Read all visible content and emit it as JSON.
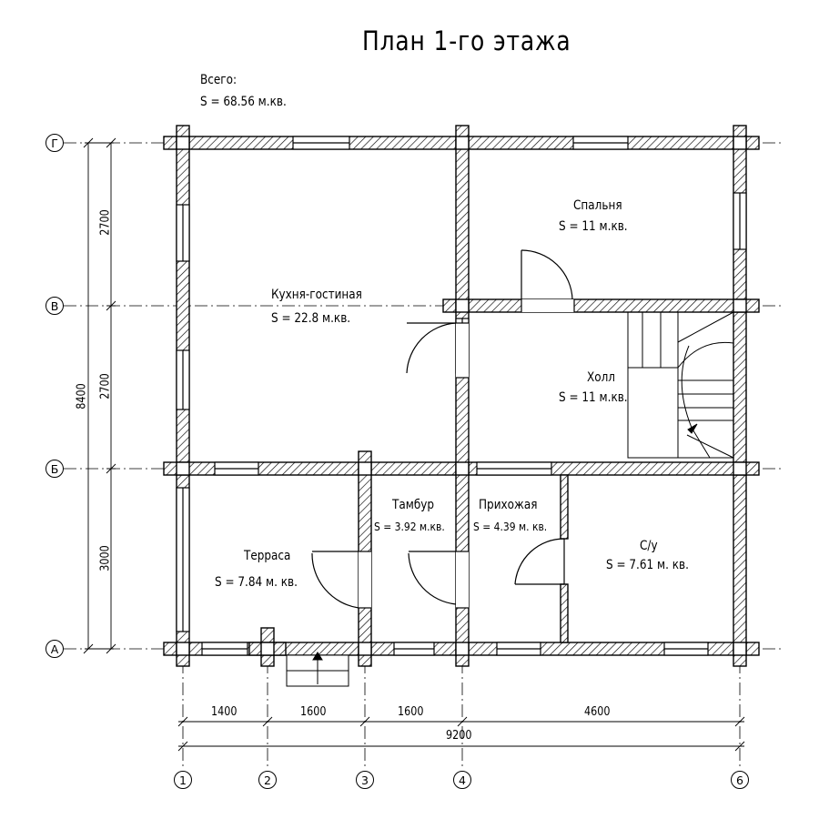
{
  "title": "План 1-го этажа",
  "total": {
    "label": "Всего:",
    "area": "S   =   68.56 м.кв."
  },
  "rooms": [
    {
      "name": "Кухня-гостиная",
      "area": "S    = 22.8 м.кв."
    },
    {
      "name": "Спальня",
      "area": "S   =  11 м.кв."
    },
    {
      "name": "Холл",
      "area": "S   =  11 м.кв."
    },
    {
      "name": "Тамбур",
      "area": "S   = 3.92 м.кв."
    },
    {
      "name": "Прихожая",
      "area": "S   = 4.39 м. кв."
    },
    {
      "name": "Терраса",
      "area": "S   =  7.84 м. кв."
    },
    {
      "name": "С/у",
      "area": "S   =  7.61 м. кв."
    }
  ],
  "axes": {
    "rows": [
      "Г",
      "В",
      "Б",
      "А"
    ],
    "columns": [
      "1",
      "2",
      "3",
      "4",
      "6"
    ]
  },
  "dimensions": {
    "horizontal": [
      "1400",
      "1600",
      "1600",
      "4600"
    ],
    "horizontal_total": "9200",
    "vertical": [
      "2700",
      "2700",
      "3000"
    ],
    "vertical_total": "8400"
  },
  "colors": {
    "ink": "#000000",
    "paper": "#ffffff"
  }
}
